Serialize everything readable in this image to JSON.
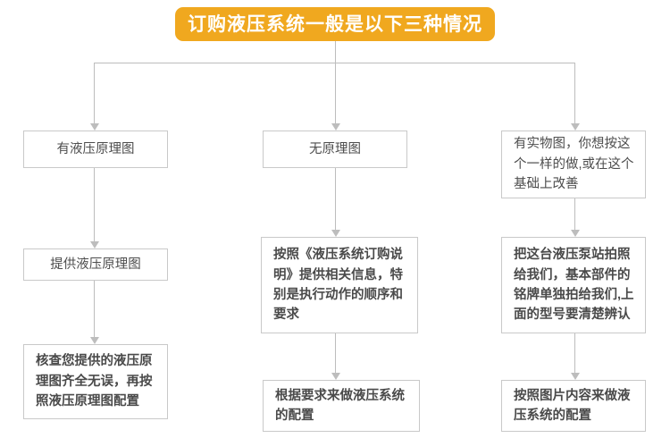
{
  "diagram": {
    "title": "订购液压系统一般是以下三种情况",
    "accent_color": "#F0A81F",
    "title_text_color": "#FFFFFF",
    "line_color": "#BDBDBD",
    "box_border_color": "#C9C9C9",
    "background_color": "#FFFFFF",
    "columns": [
      {
        "id": "col-1",
        "steps": [
          {
            "id": "col1-step1",
            "text": "有液压原理图"
          },
          {
            "id": "col1-step2",
            "text": "提供液压原理图"
          },
          {
            "id": "col1-step3",
            "text": "核查您提供的液压原理图齐全无误，再按照液压原理图配置"
          }
        ]
      },
      {
        "id": "col-2",
        "steps": [
          {
            "id": "col2-step1",
            "text": "无原理图"
          },
          {
            "id": "col2-step2",
            "text": "按照《液压系统订购说明》提供相关信息，特别是执行动作的顺序和要求"
          },
          {
            "id": "col2-step3",
            "text": "根据要求来做液压系统的配置"
          }
        ]
      },
      {
        "id": "col-3",
        "steps": [
          {
            "id": "col3-step1",
            "text": "有实物图，你想按这个一样的做,或在这个基础上改善"
          },
          {
            "id": "col3-step2",
            "text": "把这台液压泵站拍照给我们，基本部件的铭牌单独拍给我们,上面的型号要清楚辨认"
          },
          {
            "id": "col3-step3",
            "text": "按照图片内容来做液压系统的配置"
          }
        ]
      }
    ]
  }
}
